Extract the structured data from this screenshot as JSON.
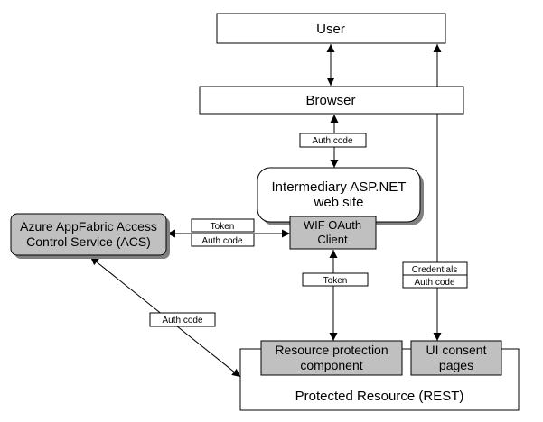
{
  "nodes": {
    "user": "User",
    "browser": "Browser",
    "intermediary": [
      "Intermediary ASP.NET",
      "web site"
    ],
    "wif_client": [
      "WIF OAuth",
      "Client"
    ],
    "acs": [
      "Azure AppFabric Access",
      "Control Service (ACS)"
    ],
    "resource_protection": [
      "Resource protection",
      "component"
    ],
    "ui_consent": [
      "UI consent",
      "pages"
    ],
    "protected_resource": "Protected Resource (REST)"
  },
  "edge_labels": {
    "browser_intermediary": "Auth code",
    "acs_wif_token": "Token",
    "acs_wif_authcode": "Auth code",
    "wif_resource_token": "Token",
    "credentials": "Credentials",
    "consent_authcode": "Auth code",
    "acs_resource_authcode": "Auth code"
  },
  "colors": {
    "box_fill_white": "#ffffff",
    "box_fill_gray": "#c0c0c0",
    "shadow": "#808080",
    "stroke": "#000000"
  }
}
